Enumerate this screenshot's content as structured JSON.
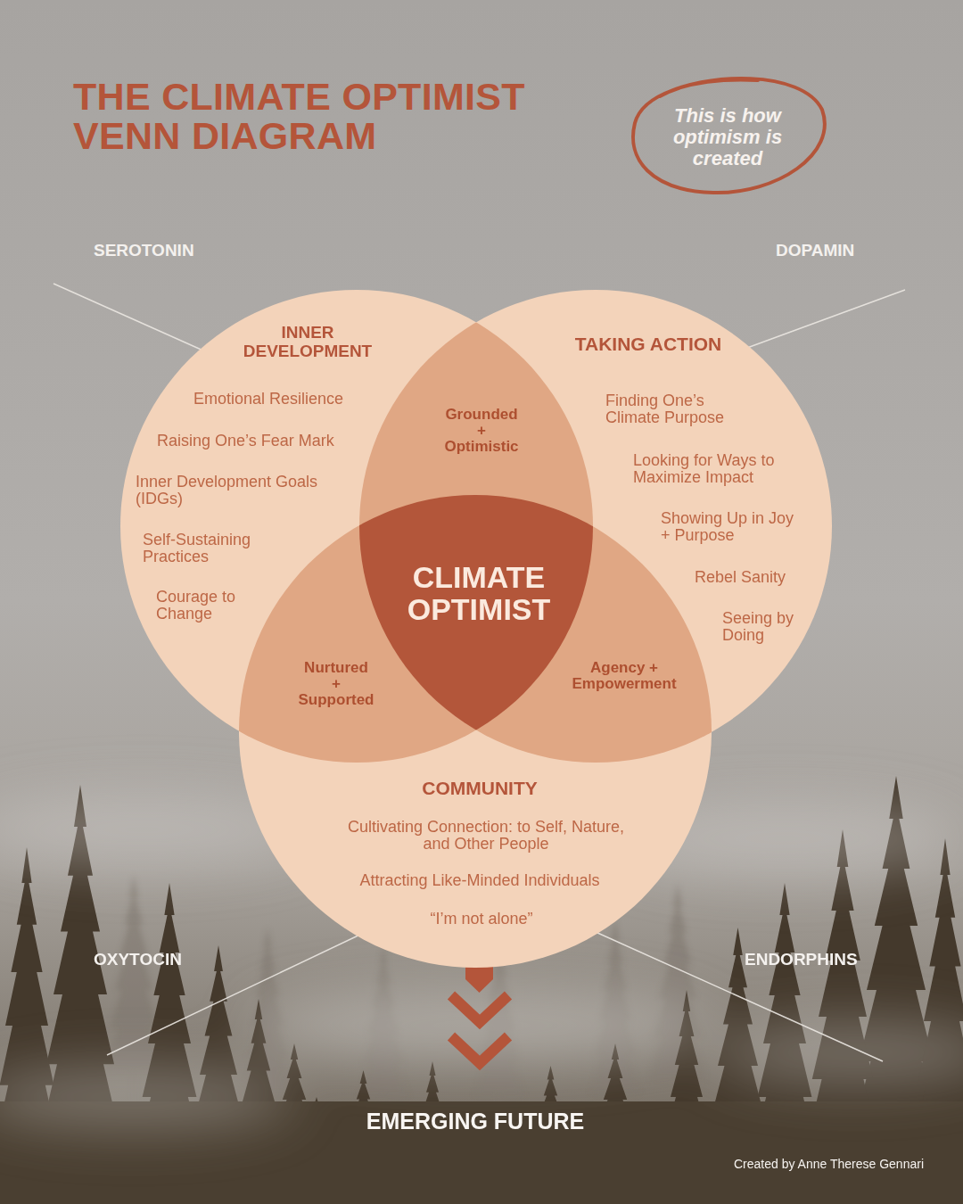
{
  "diagram": {
    "title": "THE CLIMATE OPTIMIST VENN DIAGRAM",
    "caption": "Created by Anne Therese Gennari",
    "nodes": [
      {
        "text": [
          "This is how optimism is created"
        ]
      },
      {
        "text": [
          "INNER DEVELOPMENT",
          "Emotional Resilience",
          "Raising One’s Fear Mark",
          "Inner Development Goals (IDGs)",
          "Self-Sustaining Practices",
          "Courage to Change"
        ]
      },
      {
        "text": [
          "TAKING ACTION",
          "Finding One’s Climate Purpose",
          "Looking for Ways to Maximize Impact",
          "Showing Up in Joy + Purpose",
          "Rebel Sanity",
          "Seeing by Doing"
        ]
      },
      {
        "text": [
          "COMMUNITY",
          "Cultivating Connection: to Self, Nature, and Other People",
          "Attracting Like-Minded Individuals",
          "“I’m not alone”"
        ]
      },
      {
        "text": [
          "Grounded + Optimistic"
        ]
      },
      {
        "text": [
          "Nurtured + Supported"
        ]
      },
      {
        "text": [
          "Agency + Empowerment"
        ]
      },
      {
        "text": [
          "CLIMATE OPTIMIST"
        ]
      }
    ],
    "labels": [
      "SEROTONIN",
      "DOPAMIN",
      "OXYTOCIN",
      "ENDORPHINS",
      "EMERGING FUTURE"
    ]
  }
}
